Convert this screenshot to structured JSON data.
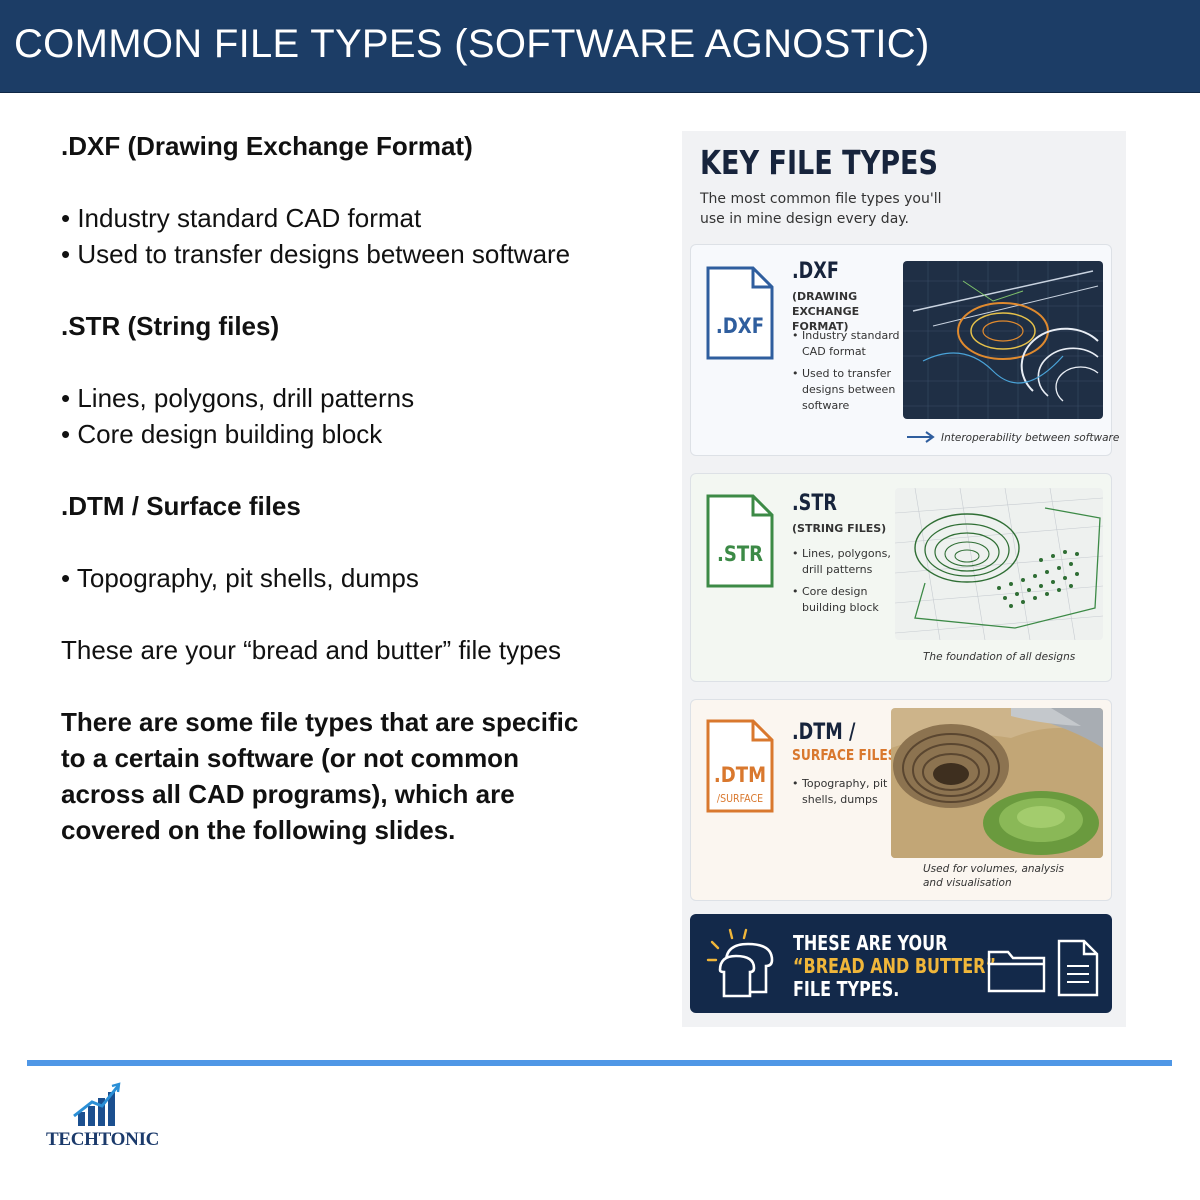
{
  "slide": {
    "title": "COMMON FILE TYPES (SOFTWARE AGNOSTIC)"
  },
  "left_text": {
    "dxf_heading": ".DXF (Drawing Exchange Format)",
    "dxf_bullets": [
      "• Industry standard CAD format",
      "• Used to transfer designs between software"
    ],
    "str_heading": ".STR (String files)",
    "str_bullets": [
      "• Lines, polygons, drill patterns",
      "• Core design building block"
    ],
    "dtm_heading": ".DTM / Surface files",
    "dtm_bullets": [
      "• Topography, pit shells, dumps"
    ],
    "bread_butter": "These are your “bread and butter” file types",
    "closing": "There are some file types that are specific to a certain software (or not common across all CAD programs), which are covered on the following slides."
  },
  "infographic": {
    "title": "KEY FILE TYPES",
    "subtitle": "The most common file types you'll use in mine design every day.",
    "cards": [
      {
        "icon_label": ".DXF",
        "icon_sublabel": "",
        "color": "#2f5e9e",
        "heading": ".DXF",
        "subheading": "(DRAWING EXCHANGE FORMAT)",
        "bullets": [
          "Industry standard CAD format",
          "Used to transfer designs between software"
        ],
        "caption": "Interoperability between software"
      },
      {
        "icon_label": ".STR",
        "icon_sublabel": "",
        "color": "#3c8a46",
        "heading": ".STR",
        "subheading": "(STRING FILES)",
        "bullets": [
          "Lines, polygons, drill patterns",
          "Core design building block"
        ],
        "caption": "The foundation of all designs"
      },
      {
        "icon_label": ".DTM",
        "icon_sublabel": "/SURFACE",
        "color": "#d9782e",
        "heading": ".DTM /",
        "subheading": "SURFACE FILES",
        "bullets": [
          "Topography, pit shells, dumps"
        ],
        "caption": "Used for volumes, analysis and visualisation"
      }
    ],
    "banner": {
      "line1": "THESE ARE YOUR",
      "line2": "“BREAD AND BUTTER”",
      "line3": "FILE TYPES.",
      "accent_color": "#f0b63a"
    }
  },
  "footer": {
    "brand": "TECHTONIC",
    "accent_color": "#4f97e6"
  },
  "colors": {
    "title_bar": "#1c3d66",
    "banner": "#13294a"
  }
}
